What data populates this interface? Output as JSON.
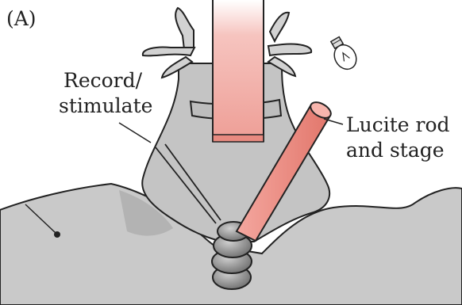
{
  "panel_label": "(A)",
  "labels": {
    "electrode": [
      "Record/",
      "stimulate"
    ],
    "rod": [
      "Lucite rod",
      "and stage"
    ]
  },
  "colors": {
    "beam": "#f2a6a0",
    "rod": "#f08a80",
    "tissue": "#c8c8c8",
    "outline": "#222222",
    "ganglion": "#8a8a8a"
  }
}
